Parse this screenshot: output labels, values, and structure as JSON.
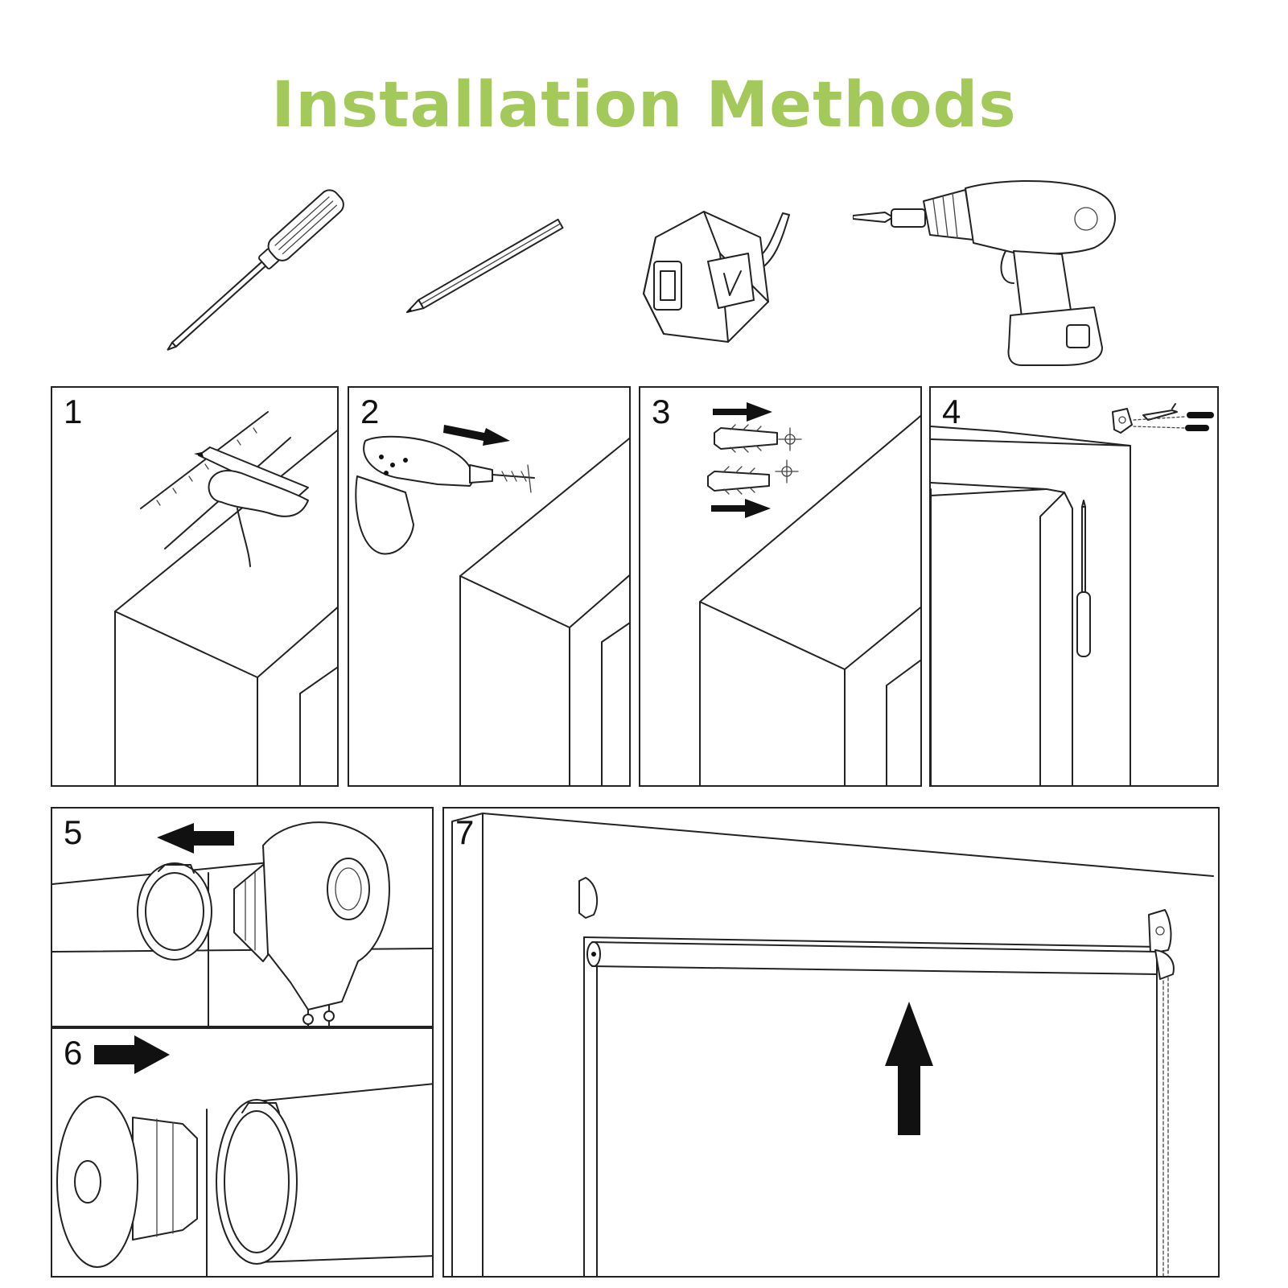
{
  "title": "Installation Methods",
  "colors": {
    "title": "#a3c95a",
    "line": "#222222",
    "arrow": "#111111"
  },
  "tools": [
    {
      "icon": "screwdriver-icon"
    },
    {
      "icon": "pencil-icon"
    },
    {
      "icon": "tape-measure-icon"
    },
    {
      "icon": "power-drill-icon"
    }
  ],
  "steps": [
    {
      "number": "1",
      "scene": "mark-position-on-window-frame"
    },
    {
      "number": "2",
      "scene": "drill-holes"
    },
    {
      "number": "3",
      "scene": "insert-wall-plugs"
    },
    {
      "number": "4",
      "scene": "screw-brackets-to-frame"
    },
    {
      "number": "5",
      "scene": "fit-control-mechanism-into-tube"
    },
    {
      "number": "6",
      "scene": "fit-end-cap-into-tube"
    },
    {
      "number": "7",
      "scene": "lift-blind-into-brackets"
    }
  ]
}
